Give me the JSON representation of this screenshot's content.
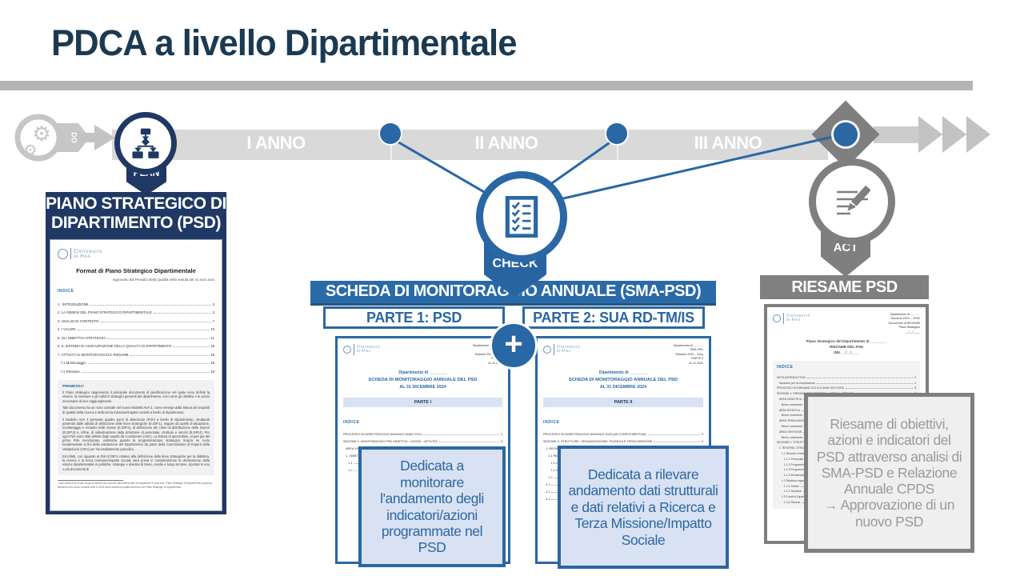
{
  "colors": {
    "navy": "#1f3864",
    "blue": "#2a67a5",
    "light_blue_fill": "#d9e2f3",
    "gray": "#808080",
    "timeline_gray": "#d9d9d9",
    "light_icon_gray": "#c3c3c3",
    "note_gray_fill": "#efefef",
    "note_gray_text": "#9a9a9a"
  },
  "slide": {
    "title": "PDCA a livello Dipartimentale"
  },
  "timeline": {
    "do_label": "DO",
    "plan_label": "PLAN",
    "check_label": "CHECK",
    "act_label": "ACT",
    "plus_label": "+",
    "years": [
      "I ANNO",
      "II ANNO",
      "III ANNO"
    ]
  },
  "left": {
    "header_line1": "PIANO STRATEGICO DI",
    "header_line2": "DIPARTIMENTO (PSD)",
    "doc": {
      "logo_name": "Università",
      "logo_place": "di Pisa",
      "title": "Format di Piano Strategico Dipartimentale",
      "approval": "Approvato dal Presidio della Qualità nella seduta del xx xxxx xxxx",
      "indice": "INDICE",
      "toc": [
        {
          "label": "1.  INTRODUZIONE",
          "page": "3"
        },
        {
          "label": "2. LA GENESI DEL PIANO STRATEGICO DIPARTIMENTALE",
          "page": "3"
        },
        {
          "label": "3. ANALISI DI CONTESTO",
          "page": "7"
        },
        {
          "label": "4. I VALORI",
          "page": "10"
        },
        {
          "label": "5. GLI OBIETTIVI STRATEGICI",
          "page": "11"
        },
        {
          "label": "6. IL SISTEMA DI ASSICURAZIONE DELLA QUALITÀ DI DIPARTIMENTO",
          "page": "16"
        },
        {
          "label": "7. ATTIVITÀ DI MONITORAGGIO E RIESAME",
          "page": "18"
        },
        {
          "label": "   7.1 Monitoraggio",
          "page": "18"
        },
        {
          "label": "   7.2 Riesame",
          "page": "18"
        }
      ],
      "premessa_title": "PREMESSA¹",
      "paragraphs": [
        {
          "t": "Il Piano strategico rappresenta il principale documento di pianificazione nel quale sono definiti la visione, la missione e gli indirizzi strategici generali del dipartimento, così come gli obiettivi e le azioni necessarie al loro raggiungimento."
        },
        {
          "t": "Tale documento ha un ruolo centrale nel nuovo Modello AVA 3, come emerge dalla lettura dei requisiti di qualità della ricerca e della terza missione/impatto sociale a livello di dipartimento."
        },
        {
          "t": "Il Modello AVA 3 presenta quattro punti di attenzione (PdA) a livello di Dipartimento, strutturati partendo dalle attività di definizione delle linee strategiche (E.DIP.1), seguite da quelle di attuazione, monitoraggio e riesame delle stesse (E.DIP.2), di definizione dei criteri di distribuzione delle risorse (E.DIP.3) e, infine, di individuazione della dotazione di personale, strutture e servizi (E.DIP.4). Per ogni PdA sono stati definiti degli aspetti da considerare (AdC). La lettura di quest'ultimi, al pari già del primo PdA menzionato, evidenzia quanto la programmazione strategica ricopra un ruolo fondamentale ai fini della valutazione del Dipartimento da parte della Commissione di Esperti della Valutazione (CEV) per l'accreditamento periodico."
        },
        {
          "t": "Ed infatti, con riguardo al PdA E.DIP.1 relativo alla definizione delle linee strategiche per la didattica, la ricerca e la terza missione/impatto sociale sarà presa in considerazione la declinazione della visione dipartimentale in politiche, strategie e obiettivi di breve, medio e lungo termine, riportati in uno o più documenti di"
        }
      ],
      "footnote": "¹ Tale sezione ha il solo scopo di fornire una cornice introduttiva utile ad inquadrare il ruolo che i Piani Strategici di Dipartimento ricoprono all'interno del nuovo Modello AVA 3; NON dovrà essere riportata all'interno dei Piani Strategici di Dipartimento."
    }
  },
  "center": {
    "header": "SCHEDA DI MONITORAGGIO ANNUALE (SMA-PSD)",
    "parte1": "PARTE 1: PSD",
    "parte2": "PARTE 2: SUA RD-TM/IS",
    "doc1": {
      "logo_name": "Università",
      "logo_place": "di Pisa",
      "corner": "Dipartimento di ............\nSMA-PSD\nEdizione 2024 – 20xy\nPARTE I\n31.12.2024",
      "title1": "Dipartimento di ________",
      "title2": "SCHEDA DI MONITORAGGIO ANNUALE DEL PSD",
      "title3": "AL 31 DICEMBRE 2024",
      "band": "PARTE I",
      "indice": "INDICE",
      "toc": [
        {
          "label": "PROCESSO DI MONITORAGGIO ANNUALE ANNO 2024",
          "page": "2"
        },
        {
          "label": "SEZIONE 1: MONITORAGGIO PSD OBIETTIVI – AZIONI – ATTIVITÀ",
          "page": "4"
        },
        {
          "label": "   AREA XXXXXX",
          "page": "4"
        },
        {
          "label": "   1. OBIETTIVO",
          "page": ""
        },
        {
          "label": "      1.1",
          "page": ""
        },
        {
          "label": "      1.2",
          "page": ""
        }
      ]
    },
    "doc2": {
      "logo_name": "Università",
      "logo_place": "di Pisa",
      "corner": "Dipartimento di ............\nSMA-PSD\nEdizione 2024 – 20xy\nPARTE II\n31.12.2024",
      "title1": "Dipartimento di ________",
      "title2": "SCHEDA DI MONITORAGGIO ANNUALE DEL PSD",
      "title3": "AL 31 DICEMBRE 2024",
      "band": "PARTE II",
      "indice": "INDICE",
      "toc": [
        {
          "label": "PROCESSO DI MONITORAGGIO ANNUALE 2025 (AD COMPLEMENTUM)",
          "page": "3"
        },
        {
          "label": "SEZIONE 2: STRUTTURE, ORGANIZZAZIONE, RICERCA E TERZA MISSIONE",
          "page": "4"
        },
        {
          "label": "   1. RISORSE, STRUTTURE E GESTIONE DEL DIPARTIMENTO",
          "page": "4"
        },
        {
          "label": "      1.1 Risorse e infrastrutture",
          "page": "4"
        },
        {
          "label": "         1.1.1",
          "page": ""
        },
        {
          "label": "         1.1.2",
          "page": ""
        },
        {
          "label": "      1.2",
          "page": ""
        },
        {
          "label": "   2.1",
          "page": ""
        },
        {
          "label": "   2.2",
          "page": ""
        },
        {
          "label": "   3.1",
          "page": ""
        }
      ]
    },
    "note1": "Dedicata a monitorare l'andamento degli indicatori/azioni programmate nel PSD",
    "note2": "Dedicata a rilevare andamento dati strutturali e dati relativi a Ricerca e Terza Missione/Impatto Sociale"
  },
  "right": {
    "header": "RIESAME PSD",
    "doc": {
      "logo_name": "Università",
      "logo_place": "di Pisa",
      "corner": "Dipartimento di ............\nEdizione 20XY – 20XZ\nDocumento di RIESAME\nPiano Strategico\n__/__/____",
      "title1": "Piano Strategico del Dipartimento di ________",
      "title2": "RIESAME DEL PSD",
      "title3": "DEL __/__/____",
      "indice": "INDICE",
      "toc": [
        {
          "label": "NOTA INTRODUTTIVA",
          "page": "4"
        },
        {
          "label": "   Istruzioni per la compilazione",
          "page": "4"
        },
        {
          "label": "PROCESSO DI RIESAME CICLICO ANNI 20XY-20XZ",
          "page": "5"
        },
        {
          "label": "SEZIONE 1: RIESAME PSD OBIETTIVI – AZIONI – ATTIVITÀ",
          "page": "7"
        },
        {
          "label": "   AREA DIDATTICA",
          "page": ""
        },
        {
          "label": "      Breve commento",
          "page": ""
        },
        {
          "label": "   AREA RICERCA",
          "page": ""
        },
        {
          "label": "      Breve commento",
          "page": ""
        },
        {
          "label": "   AREA TERZA MISSIONE",
          "page": ""
        },
        {
          "label": "      Breve commento",
          "page": ""
        },
        {
          "label": "   AREA GESTIONE",
          "page": ""
        },
        {
          "label": "      Breve commento",
          "page": ""
        },
        {
          "label": "SEZIONE 2: STRUTTURE",
          "page": ""
        },
        {
          "label": "   1. RISORSE, STRUTTURE",
          "page": ""
        },
        {
          "label": "      1.1 Risorse e infrastrutture",
          "page": ""
        },
        {
          "label": "         1.1.1 Personale",
          "page": ""
        },
        {
          "label": "         1.1.2 Programmazione formazione",
          "page": ""
        },
        {
          "label": "         1.1.3 Programmazione formazione",
          "page": ""
        },
        {
          "label": "         1.1.4 Infrastrutture",
          "page": ""
        },
        {
          "label": "      1.2 Struttura organizzativa",
          "page": ""
        },
        {
          "label": "         1.2.1 Settori",
          "page": ""
        },
        {
          "label": "         1.2.2 Strutture",
          "page": ""
        },
        {
          "label": "      1.3 Fondi di Dipartimento",
          "page": ""
        },
        {
          "label": "         1.3.1 Risorse",
          "page": ""
        }
      ]
    },
    "note_main": "Riesame di obiettivi, azioni e indicatori del PSD attraverso analisi di SMA-PSD e Relazione Annuale CPDS",
    "note_arrow": "→ Approvazione di un nuovo PSD"
  }
}
